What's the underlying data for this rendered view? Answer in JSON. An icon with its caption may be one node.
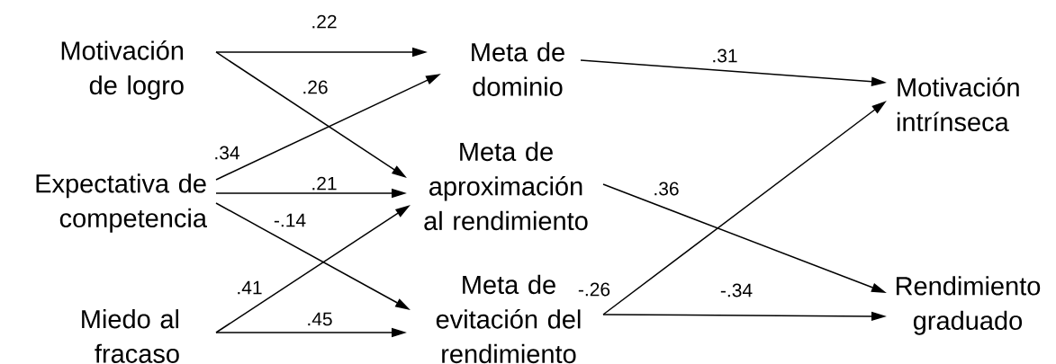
{
  "diagram": {
    "nodes": [
      {
        "text": [
          "Motivación de logro"
        ]
      },
      {
        "text": [
          "Expectativa de competencia"
        ]
      },
      {
        "text": [
          "Miedo al fracaso"
        ]
      },
      {
        "text": [
          "Meta de dominio"
        ]
      },
      {
        "text": [
          "Meta de aproximación al rendimiento"
        ]
      },
      {
        "text": [
          "Meta de evitación del rendimiento"
        ]
      },
      {
        "text": [
          "Motivación intrínseca"
        ]
      },
      {
        "text": [
          "Rendimiento graduado"
        ]
      }
    ],
    "edges": [
      {
        "from": 0,
        "to": 3,
        "arrow": "to",
        "label": ".22"
      },
      {
        "from": 0,
        "to": 4,
        "arrow": "to",
        "label": ".26"
      },
      {
        "from": 1,
        "to": 3,
        "arrow": "to",
        "label": ".34"
      },
      {
        "from": 1,
        "to": 4,
        "arrow": "to",
        "label": ".21"
      },
      {
        "from": 1,
        "to": 5,
        "arrow": "to",
        "label": "-.14"
      },
      {
        "from": 2,
        "to": 4,
        "arrow": "to",
        "label": ".41"
      },
      {
        "from": 2,
        "to": 5,
        "arrow": "to",
        "label": ".45"
      },
      {
        "from": 3,
        "to": 6,
        "arrow": "to",
        "label": ".31"
      },
      {
        "from": 4,
        "to": 7,
        "arrow": "to",
        "label": ".36"
      },
      {
        "from": 5,
        "to": 6,
        "arrow": "to",
        "label": "-.26"
      },
      {
        "from": 5,
        "to": 7,
        "arrow": "to",
        "label": "-.34"
      }
    ]
  }
}
